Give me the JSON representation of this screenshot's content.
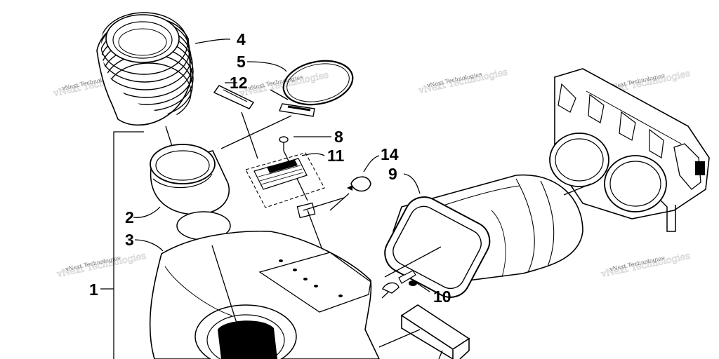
{
  "diagram": {
    "callouts": [
      "1",
      "2",
      "3",
      "4",
      "5",
      "8",
      "9",
      "10",
      "11",
      "12",
      "14"
    ],
    "watermark": "vNext Technologies"
  }
}
